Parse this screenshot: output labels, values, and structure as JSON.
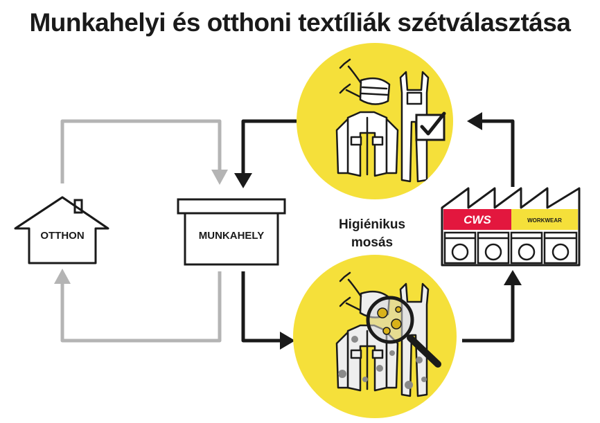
{
  "title": "Munkahelyi és otthoni textíliák szétválasztása",
  "nodes": {
    "home": "OTTHON",
    "workplace": "MUNKAHELY",
    "laundry_line1": "Higiénikus",
    "laundry_line2": "mosás"
  },
  "factory": {
    "brand": "CWS",
    "tagline": "WORKWEAR"
  },
  "colors": {
    "yellow": "#f5e03a",
    "brand_red": "#e3173e",
    "dark": "#1a1a1a",
    "grey_arrow": "#b4b4b4"
  }
}
